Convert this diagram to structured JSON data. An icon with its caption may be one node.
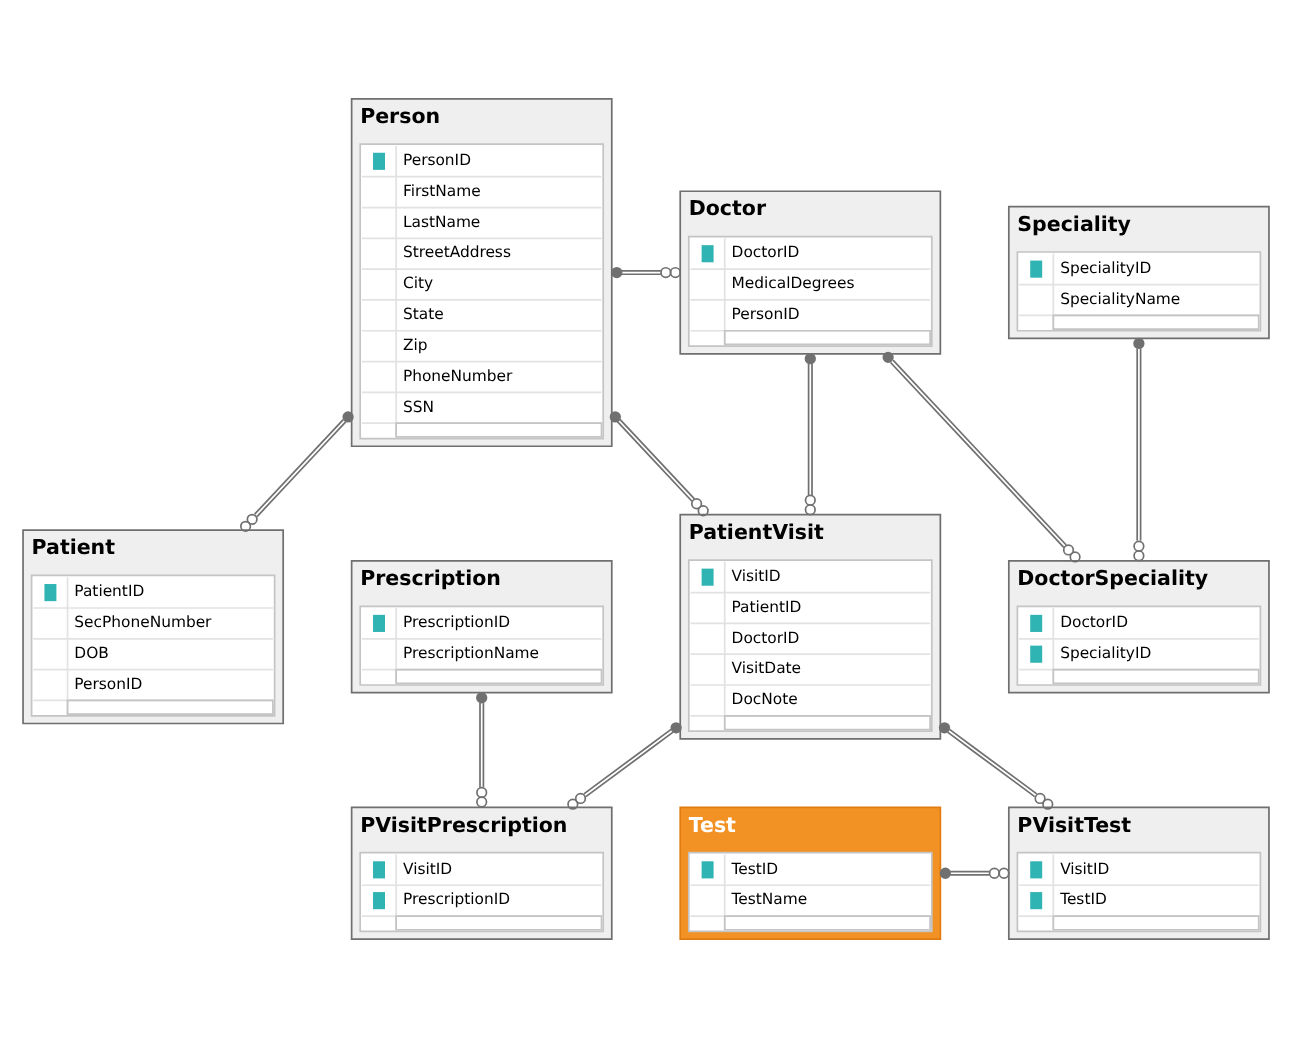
{
  "diagram": {
    "nodes": [
      {
        "text": [
          "Person",
          "PersonID",
          "FirstName",
          "LastName",
          "StreetAddress",
          "City",
          "State",
          "Zip",
          "PhoneNumber",
          "SSN"
        ]
      },
      {
        "text": [
          "Speciality",
          "SpecialityID",
          "SpecialityName"
        ]
      },
      {
        "text": [
          "Doctor",
          "DoctorID",
          "MedicalDegrees",
          "PersonID"
        ]
      },
      {
        "text": [
          "DoctorSpeciality",
          "DoctorID",
          "SpecialityID"
        ]
      },
      {
        "text": [
          "PVisitPrescription",
          "VisitID",
          "PrescriptionID"
        ]
      },
      {
        "text": [
          "Patient",
          "PatientID",
          "SecPhoneNumber",
          "DOB",
          "PersonID"
        ]
      },
      {
        "text": [
          "PatientVisit",
          "VisitID",
          "PatientID",
          "DoctorID",
          "VisitDate",
          "DocNote"
        ]
      },
      {
        "text": [
          "Prescription",
          "PrescriptionID",
          "PrescriptionName"
        ]
      },
      {
        "text": [
          "Test",
          "TestID",
          "TestName"
        ]
      },
      {
        "text": [
          "PVisitTest",
          "VisitID",
          "TestID"
        ]
      }
    ],
    "edges": [
      {
        "from": 0,
        "to": 2,
        "arrow": "other"
      },
      {
        "from": 2,
        "to": 3,
        "arrow": "other"
      },
      {
        "from": 1,
        "to": 3,
        "arrow": "other"
      },
      {
        "from": 0,
        "to": 5,
        "arrow": "other"
      },
      {
        "from": 0,
        "to": 6,
        "arrow": "other"
      },
      {
        "from": 2,
        "to": 6,
        "arrow": "other"
      },
      {
        "from": 6,
        "to": 4,
        "arrow": "other"
      },
      {
        "from": 7,
        "to": 4,
        "arrow": "other"
      },
      {
        "from": 6,
        "to": 9,
        "arrow": "other"
      },
      {
        "from": 8,
        "to": 9,
        "arrow": "other"
      }
    ]
  }
}
